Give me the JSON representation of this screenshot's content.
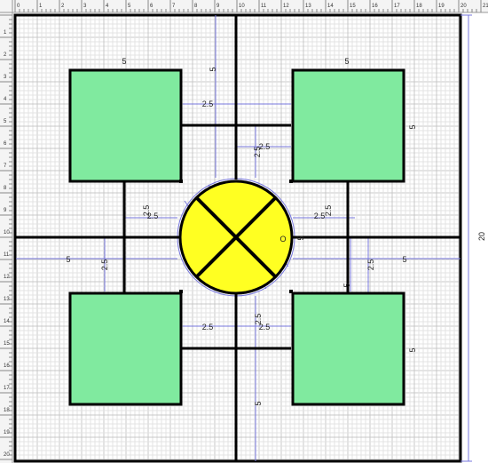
{
  "rulers": {
    "top_labels": [
      "0",
      "1",
      "2",
      "3",
      "4",
      "5",
      "6",
      "7",
      "8",
      "9",
      "10",
      "11",
      "12",
      "13",
      "14",
      "15",
      "16",
      "17",
      "18",
      "19",
      "20",
      "21"
    ],
    "left_labels": [
      "1",
      "2",
      "3",
      "4",
      "5",
      "6",
      "7",
      "8",
      "9",
      "10",
      "11",
      "12",
      "13",
      "14",
      "15",
      "16",
      "17",
      "18",
      "19",
      "20"
    ]
  },
  "dimensions": {
    "square_top_left_width": "5",
    "square_top_right_width": "5",
    "square_top_right_height": "5",
    "square_bottom_right_height": "5",
    "top_vertical_segment": "5",
    "bottom_vertical_segment": "5",
    "left_horizontal_segment": "5",
    "right_horizontal_segment": "5",
    "overall_height": "20",
    "gap_top_horizontal": "2.5",
    "gap_top_vertical": "2.5",
    "gap_top_vertical_right": "2.5",
    "gap_left_horizontal": "2.5",
    "gap_left_vertical": "2.5",
    "gap_left_lower_vertical": "2.5",
    "gap_right_horizontal": "2.5",
    "gap_right_vertical": "2.5",
    "gap_right_lower_vertical": "2.5",
    "gap_bottom_horizontal_left": "2.5",
    "gap_bottom_horizontal_right": "2.5",
    "gap_bottom_vertical": "2.5",
    "circle_label_o": "O",
    "circle_label_5": "5",
    "right_box_label": "5"
  },
  "colors": {
    "square_fill": "#80ea9f",
    "circle_fill": "#ffff22",
    "line": "#000000",
    "dimension_line": "#7777dd",
    "grid_minor": "#e3e3e3",
    "grid_major": "#c8c8c8"
  }
}
